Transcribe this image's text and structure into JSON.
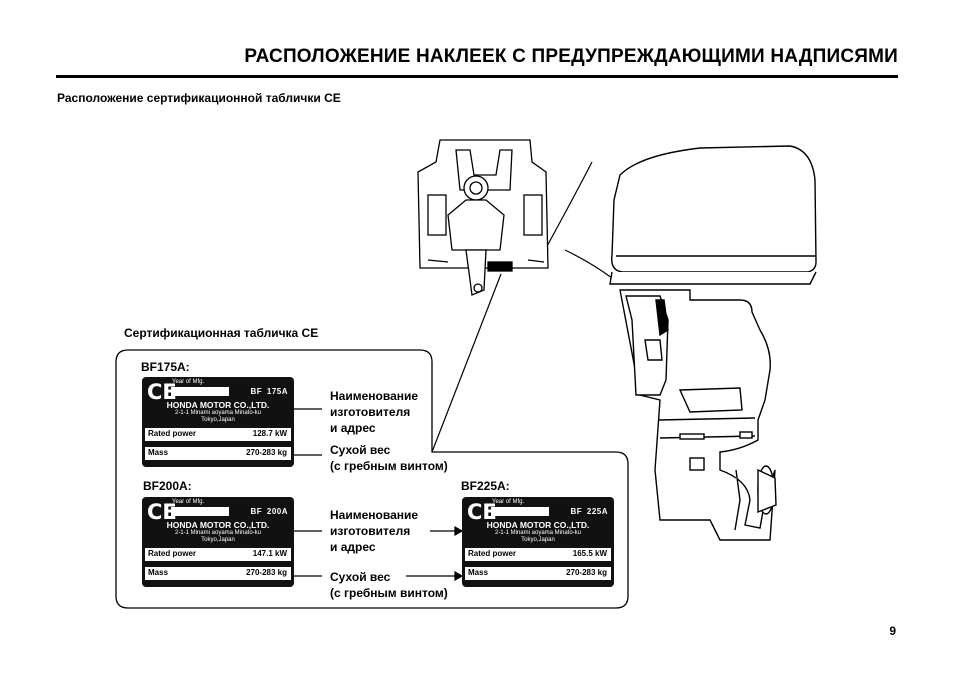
{
  "header": {
    "title": "РАСПОЛОЖЕНИЕ НАКЛЕЕК С ПРЕДУПРЕЖДАЮЩИМИ НАДПИСЯМИ"
  },
  "section": {
    "subtitle": "Расположение сертификационной таблички CE",
    "caption": "Сертификационная табличка CE"
  },
  "plates": [
    {
      "model_label": "BF175A:",
      "ce": "CE",
      "year_label": "Year of Mfg.",
      "model_code": "BF 175A",
      "manufacturer": "HONDA MOTOR CO.,LTD.",
      "address1": "2-1-1 Minami aoyama Minato-ku",
      "address2": "Tokyo,Japan",
      "power_label": "Rated power",
      "power_value": "128.7 kW",
      "mass_label": "Mass",
      "mass_value": "270-283 kg"
    },
    {
      "model_label": "BF200A:",
      "ce": "CE",
      "year_label": "Year of Mfg.",
      "model_code": "BF 200A",
      "manufacturer": "HONDA MOTOR CO.,LTD.",
      "address1": "2-1-1 Minami aoyama Minato-ku",
      "address2": "Tokyo,Japan",
      "power_label": "Rated power",
      "power_value": "147.1 kW",
      "mass_label": "Mass",
      "mass_value": "270-283 kg"
    },
    {
      "model_label": "BF225A:",
      "ce": "CE",
      "year_label": "Year of Mfg.",
      "model_code": "BF 225A",
      "manufacturer": "HONDA MOTOR CO.,LTD.",
      "address1": "2-1-1 Minami aoyama Minato-ku",
      "address2": "Tokyo,Japan",
      "power_label": "Rated power",
      "power_value": "165.5 kW",
      "mass_label": "Mass",
      "mass_value": "270-283 kg"
    }
  ],
  "notes": {
    "manufacturer": [
      "Наименование",
      "изготовителя",
      "и адрес"
    ],
    "dry_weight": [
      "Сухой вес",
      "(с гребным винтом)"
    ]
  },
  "page_number": "9"
}
